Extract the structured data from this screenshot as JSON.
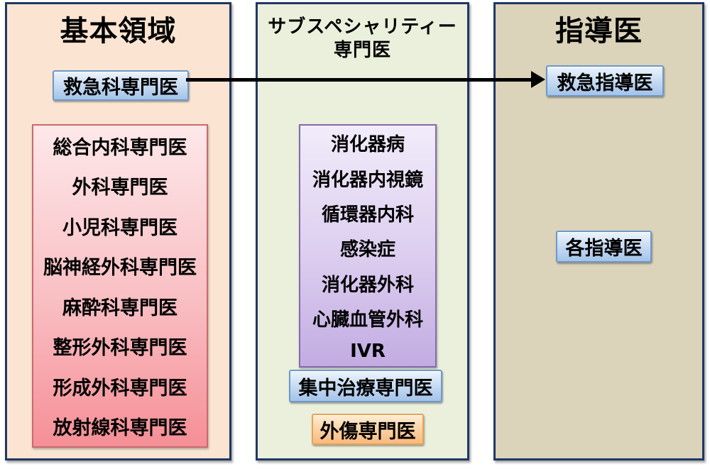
{
  "basic_column": {
    "title": "基本領域",
    "emergency_badge": "救急科専門医",
    "specialists": [
      "総合内科専門医",
      "外科専門医",
      "小児科専門医",
      "脳神経外科専門医",
      "麻酔科専門医",
      "整形外科専門医",
      "形成外科専門医",
      "放射線科専門医"
    ]
  },
  "subspecialty_column": {
    "title_line1": "サブスペシャリティー",
    "title_line2": "専門医",
    "subspecialties": [
      "消化器病",
      "消化器内視鏡",
      "循環器内科",
      "感染症",
      "消化器外科",
      "心臓血管外科",
      "IVR"
    ],
    "intensive_care_badge": "集中治療専門医",
    "trauma_badge": "外傷専門医"
  },
  "mentor_column": {
    "title": "指導医",
    "emergency_mentor_badge": "救急指導医",
    "each_mentor_badge": "各指導医"
  },
  "colors": {
    "column_border": "#1F3864",
    "basic_column_bg": "#FBE5D2",
    "subspecialty_column_bg": "#EAF0DC",
    "mentor_column_bg": "#DBD3BA",
    "pink_box_gradient": [
      "#FDE8EA",
      "#F58F96"
    ],
    "pink_box_border": "#C96A6F",
    "purple_box_gradient": [
      "#F1ECFA",
      "#C2ACE2"
    ],
    "purple_box_border": "#8569AE",
    "blue_badge_gradient": [
      "#EDF4FC",
      "#A3C3E8"
    ],
    "blue_badge_border": "#6E99C8",
    "orange_badge_gradient": [
      "#FDEDD6",
      "#F8B97E"
    ],
    "orange_badge_border": "#E8A254",
    "arrow": "#000000"
  }
}
